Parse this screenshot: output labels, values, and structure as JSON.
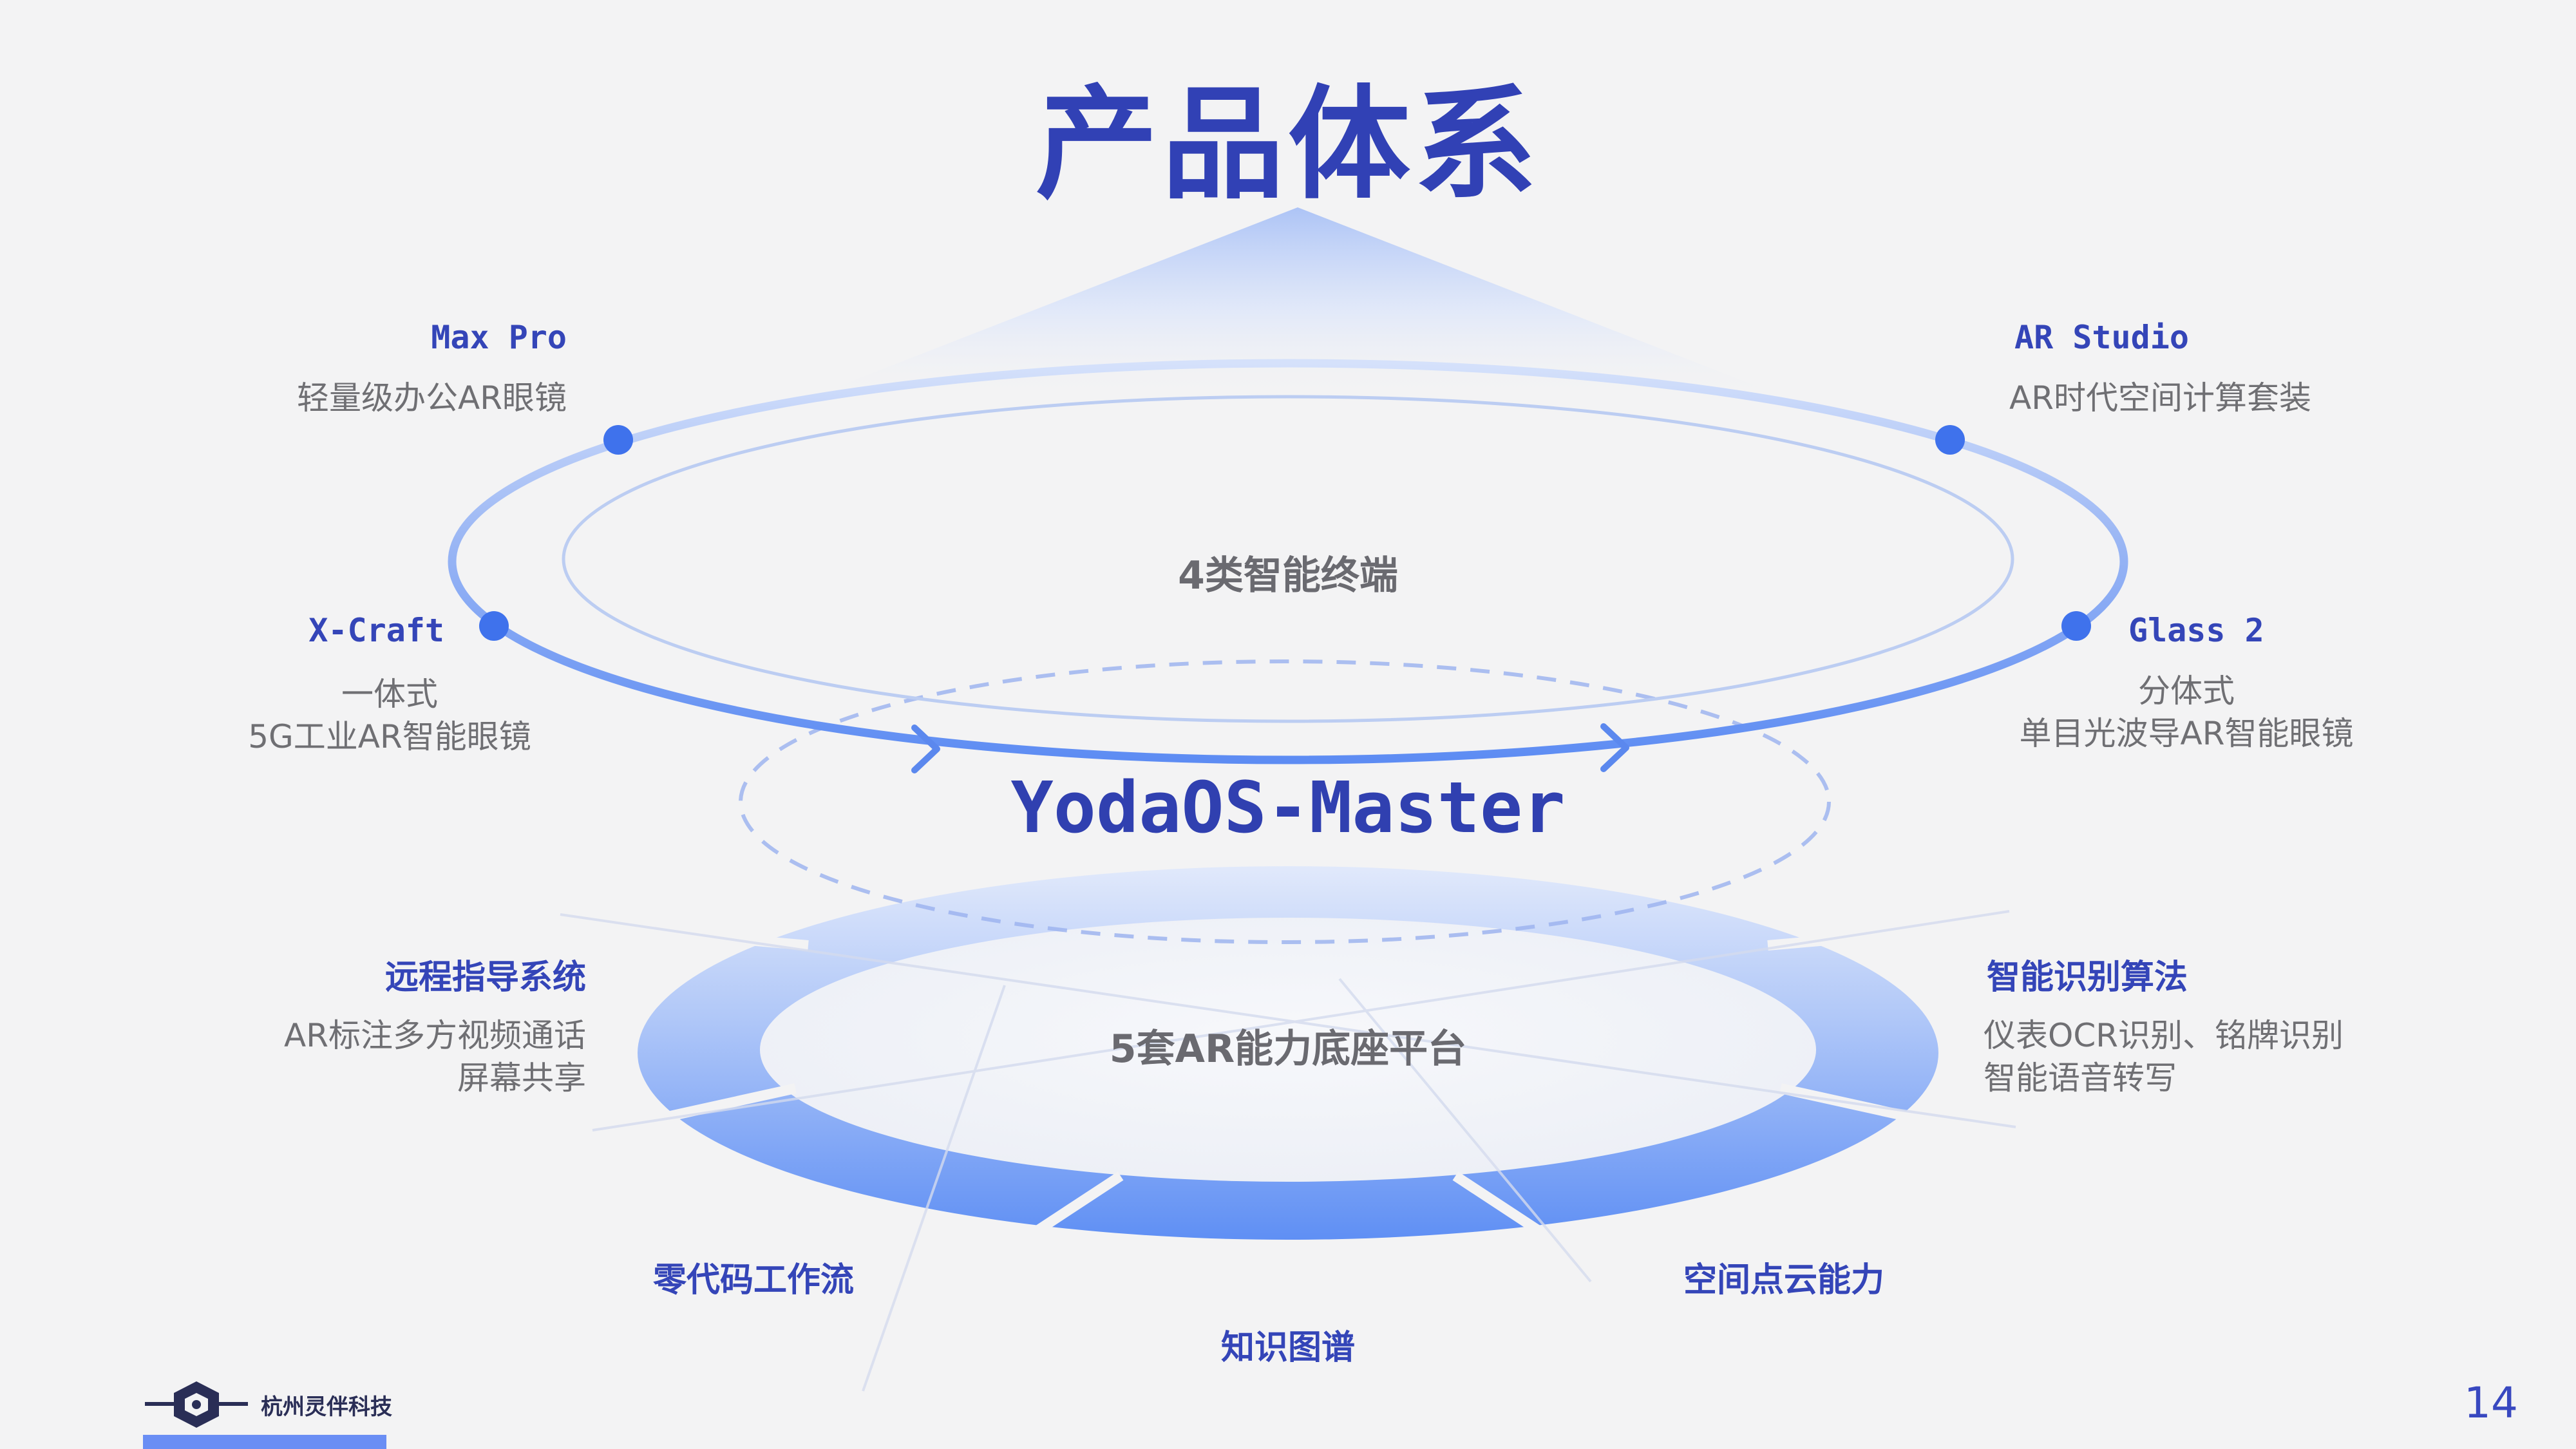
{
  "title": "产品体系",
  "page_number": "14",
  "company": "杭州灵伴科技",
  "center": {
    "terminals_label": "4类智能终端",
    "os_label": "YodaOS-Master",
    "platform_label": "5套AR能力底座平台"
  },
  "products": {
    "max_pro": {
      "name": "Max Pro",
      "desc": "轻量级办公AR眼镜"
    },
    "ar_studio": {
      "name": "AR Studio",
      "desc": "AR时代空间计算套装"
    },
    "x_craft": {
      "name": "X-Craft",
      "desc_line1": "一体式",
      "desc_line2": "5G工业AR智能眼镜"
    },
    "glass2": {
      "name": "Glass 2",
      "desc_line1": "分体式",
      "desc_line2": "单目光波导AR智能眼镜"
    }
  },
  "capabilities": {
    "remote": {
      "name": "远程指导系统",
      "desc_line1": "AR标注多方视频通话",
      "desc_line2": "屏幕共享"
    },
    "recognition": {
      "name": "智能识别算法",
      "desc_line1": "仪表OCR识别、铭牌识别",
      "desc_line2": "智能语音转写"
    },
    "zero_code": {
      "name": "零代码工作流"
    },
    "knowledge_graph": {
      "name": "知识图谱"
    },
    "point_cloud": {
      "name": "空间点云能力"
    }
  },
  "colors": {
    "brand_blue": "#3141b5",
    "accent_blue": "#3f72ec",
    "ring_light": "#c4d6fa",
    "ring_dark": "#6a98f6",
    "text_gray": "#6f6f73"
  },
  "icons": {
    "logo": "company-logo-icon"
  }
}
